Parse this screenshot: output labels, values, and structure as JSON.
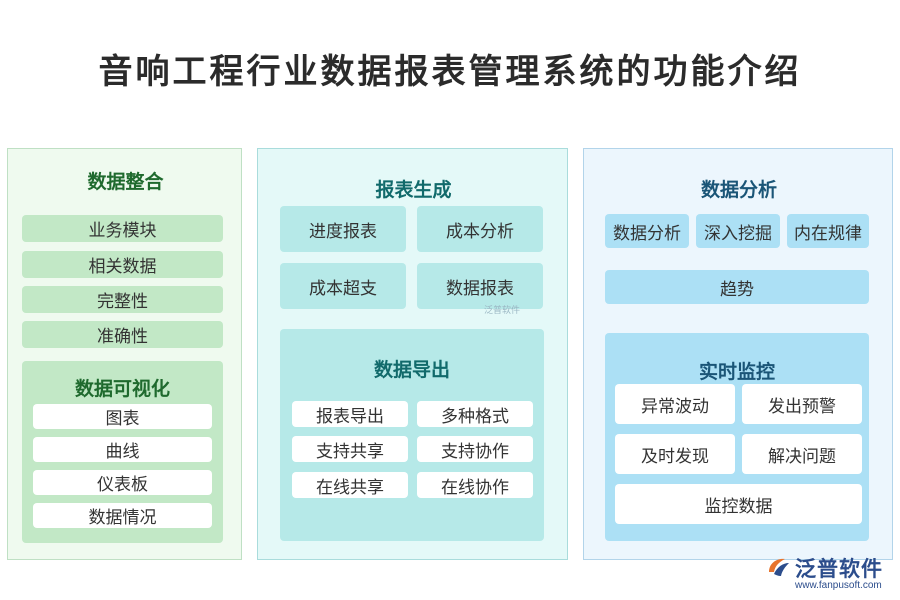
{
  "title": "音响工程行业数据报表管理系统的功能介绍",
  "columns": [
    {
      "title": "数据整合",
      "items": [
        "业务模块",
        "相关数据",
        "完整性",
        "准确性"
      ],
      "sub": {
        "title": "数据可视化",
        "items": [
          "图表",
          "曲线",
          "仪表板",
          "数据情况"
        ]
      }
    },
    {
      "title": "报表生成",
      "items": [
        "进度报表",
        "成本分析",
        "成本超支",
        "数据报表"
      ],
      "sub": {
        "title": "数据导出",
        "items": [
          "报表导出",
          "多种格式",
          "支持共享",
          "支持协作",
          "在线共享",
          "在线协作"
        ]
      }
    },
    {
      "title": "数据分析",
      "items": [
        "数据分析",
        "深入挖掘",
        "内在规律",
        "趋势"
      ],
      "sub": {
        "title": "实时监控",
        "items": [
          "异常波动",
          "发出预警",
          "及时发现",
          "解决问题",
          "监控数据"
        ]
      }
    }
  ],
  "watermark": "泛普软件",
  "logo": {
    "name": "泛普软件",
    "url": "www.fanpusoft.com",
    "icon": "fanpu-logo-icon"
  },
  "colors": {
    "left_bg": "#effaef",
    "middle_bg": "#e4f9f8",
    "right_bg": "#ecf6fd",
    "left_box": "#c2e8c6",
    "middle_box": "#b6e9e8",
    "right_box": "#ace0f5"
  }
}
